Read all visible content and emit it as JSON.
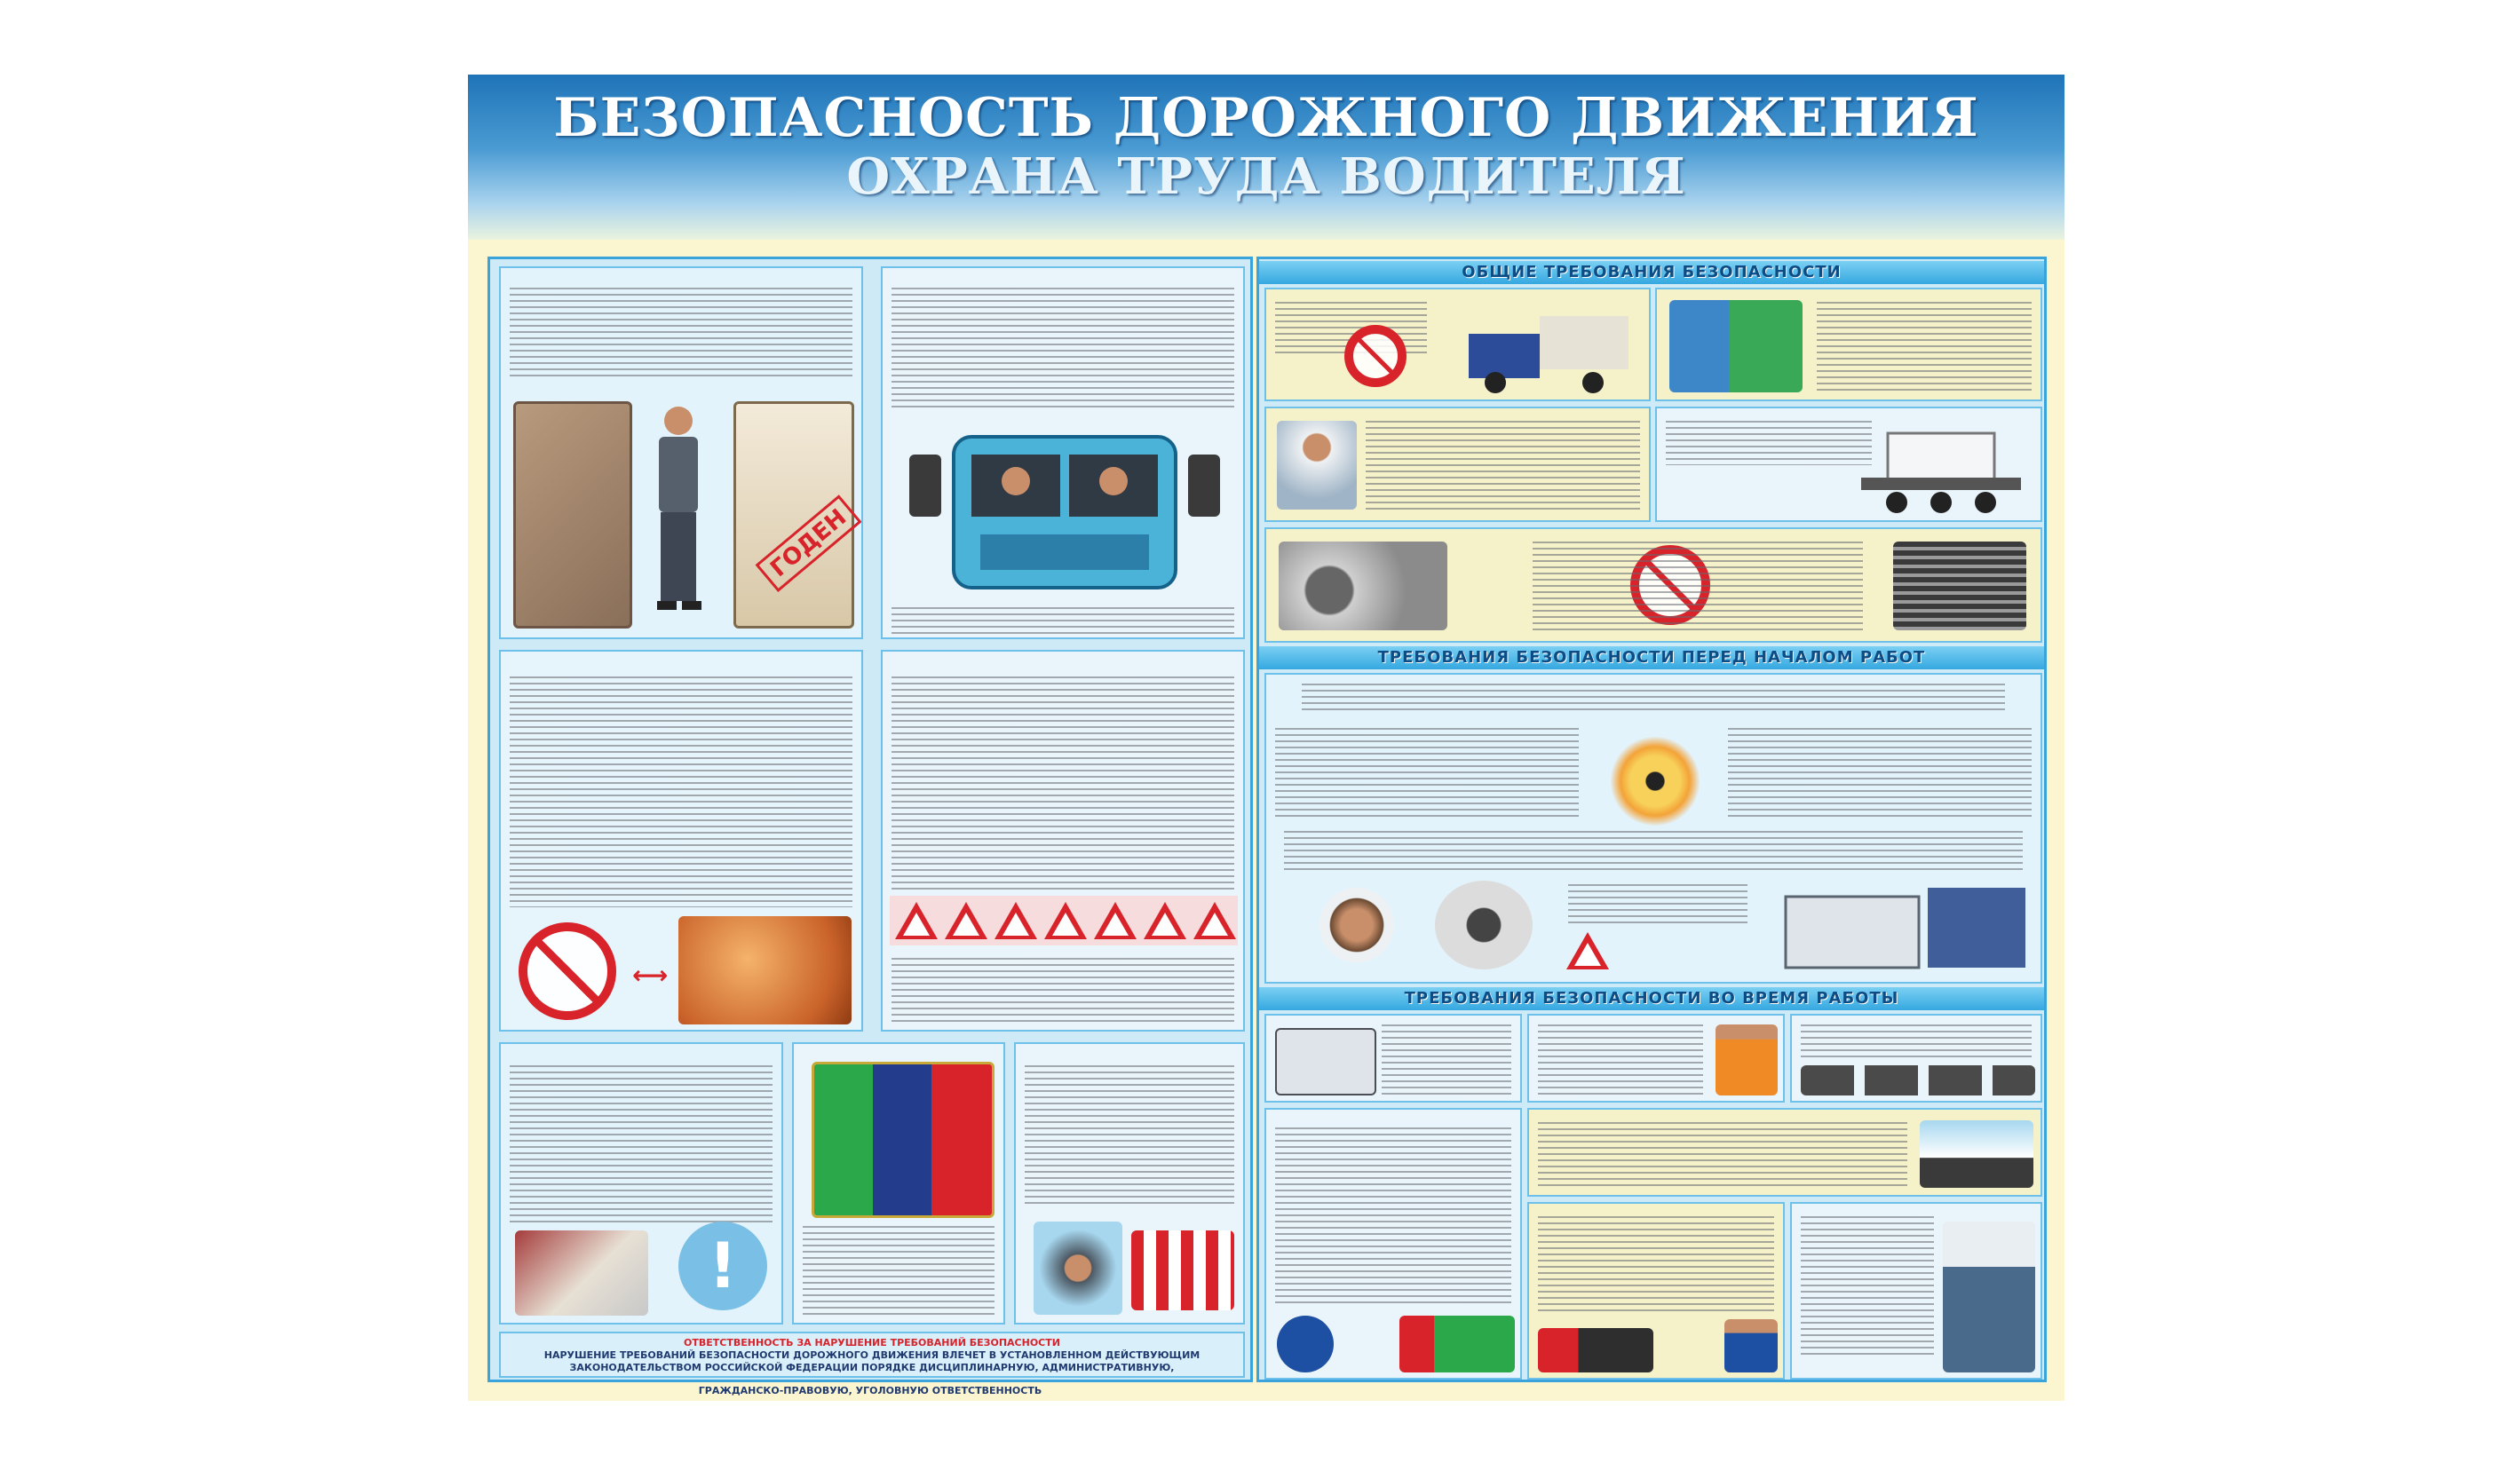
{
  "poster": {
    "title_line1": "БЕЗОПАСНОСТЬ ДОРОЖНОГО ДВИЖЕНИЯ",
    "title_line2": "ОХРАНА ТРУДА ВОДИТЕЛЯ",
    "stamp_text": "ГОДЕН"
  },
  "right_sections": {
    "general": "ОБЩИЕ ТРЕБОВАНИЯ БЕЗОПАСНОСТИ",
    "before_work": "ТРЕБОВАНИЯ БЕЗОПАСНОСТИ ПЕРЕД НАЧАЛОМ РАБОТ",
    "during_work": "ТРЕБОВАНИЯ БЕЗОПАСНОСТИ ВО ВРЕМЯ РАБОТЫ"
  },
  "footer": {
    "heading": "ОТВЕТСТВЕННОСТЬ ЗА НАРУШЕНИЕ ТРЕБОВАНИЙ БЕЗОПАСНОСТИ",
    "line1": "НАРУШЕНИЕ ТРЕБОВАНИЙ БЕЗОПАСНОСТИ ДОРОЖНОГО ДВИЖЕНИЯ ВЛЕЧЕТ В УСТАНОВЛЕННОМ ДЕЙСТВУЮЩИМ",
    "line2": "ЗАКОНОДАТЕЛЬСТВОМ РОССИЙСКОЙ ФЕДЕРАЦИИ ПОРЯДКЕ ДИСЦИПЛИНАРНУЮ, АДМИНИСТРАТИВНУЮ,",
    "line3": "ГРАЖДАНСКО-ПРАВОВУЮ, УГОЛОВНУЮ ОТВЕТСТВЕННОСТЬ"
  },
  "colors": {
    "accent_blue": "#3aa3dc",
    "warning_red": "#d8232a",
    "poster_background": "#fbf6cf"
  }
}
